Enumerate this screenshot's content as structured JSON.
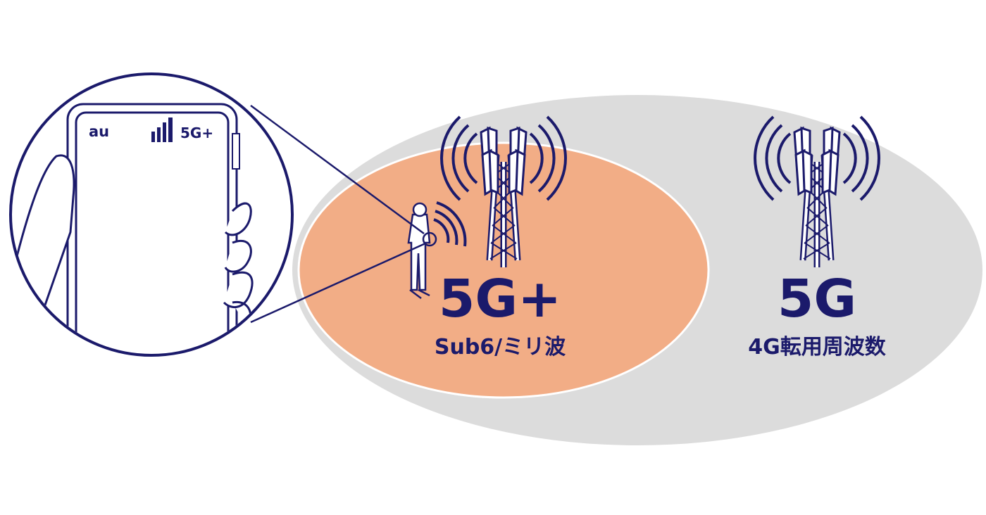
{
  "colors": {
    "navy": "#1b1a6b",
    "orange": "#f2ad86",
    "gray": "#dcdcdc"
  },
  "phone": {
    "carrier": "au",
    "network": "5G+",
    "icons": [
      "signal-bars-icon"
    ]
  },
  "zones": [
    {
      "title": "5G+",
      "subtitle": "Sub6/ミリ波"
    },
    {
      "title": "5G",
      "subtitle": "4G転用周波数"
    }
  ]
}
